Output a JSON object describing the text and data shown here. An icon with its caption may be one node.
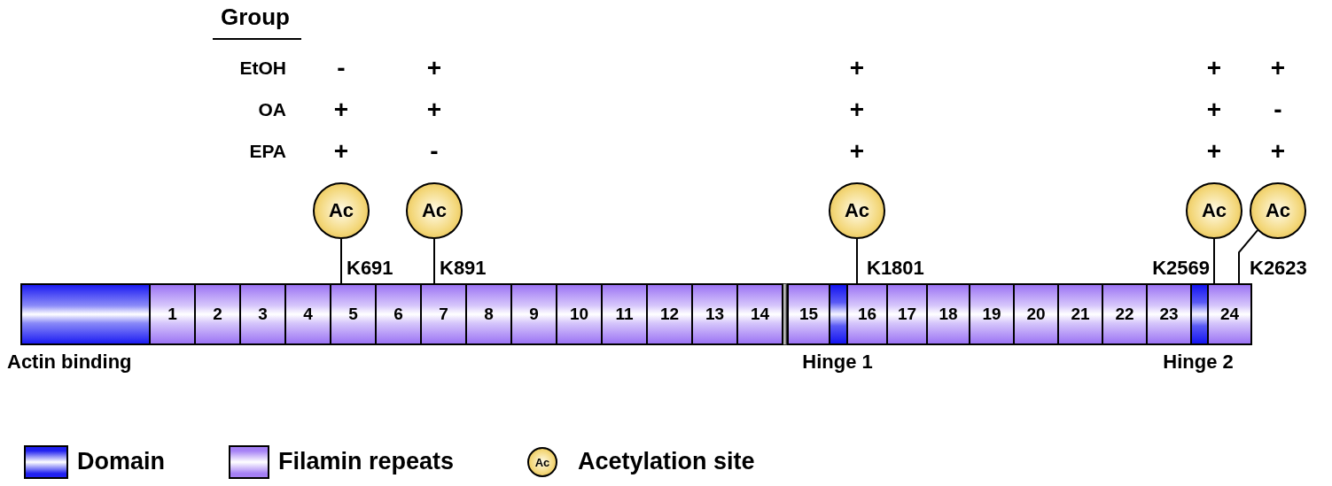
{
  "diagram": {
    "nodes": [
      {
        "text": [
          "Ac"
        ]
      },
      {
        "text": [
          "Ac"
        ]
      },
      {
        "text": [
          "Ac"
        ]
      },
      {
        "text": [
          "Ac"
        ]
      },
      {
        "text": [
          "Ac"
        ]
      },
      {
        "text": [],
        "shape": "box",
        "beside": [
          "Actin binding"
        ]
      },
      {
        "text": [
          "1"
        ]
      },
      {
        "text": [
          "2"
        ]
      },
      {
        "text": [
          "3"
        ]
      },
      {
        "text": [
          "4"
        ]
      },
      {
        "text": [
          "5"
        ]
      },
      {
        "text": [
          "6"
        ]
      },
      {
        "text": [
          "7"
        ]
      },
      {
        "text": [
          "8"
        ]
      },
      {
        "text": [
          "9"
        ]
      },
      {
        "text": [
          "10"
        ]
      },
      {
        "text": [
          "11"
        ]
      },
      {
        "text": [
          "12"
        ]
      },
      {
        "text": [
          "13"
        ]
      },
      {
        "text": [
          "14"
        ]
      },
      {
        "text": [
          "15"
        ]
      },
      {
        "text": [],
        "shape": "bar",
        "beside": [
          "Hinge 1"
        ]
      },
      {
        "text": [
          "16"
        ]
      },
      {
        "text": [
          "17"
        ]
      },
      {
        "text": [
          "18"
        ]
      },
      {
        "text": [
          "19"
        ]
      },
      {
        "text": [
          "20"
        ]
      },
      {
        "text": [
          "21"
        ]
      },
      {
        "text": [
          "22"
        ]
      },
      {
        "text": [
          "23"
        ]
      },
      {
        "text": [],
        "shape": "bar",
        "beside": [
          "Hinge 2"
        ]
      },
      {
        "text": [
          "24"
        ]
      }
    ],
    "edges": [
      {
        "from": 0,
        "to": 10,
        "arrow": "none"
      },
      {
        "from": 1,
        "to": 12,
        "arrow": "none"
      },
      {
        "from": 2,
        "to": 22,
        "arrow": "none"
      },
      {
        "from": 3,
        "to": 31,
        "arrow": "none"
      },
      {
        "from": 4,
        "to": 31,
        "arrow": "none"
      }
    ],
    "labels": [
      "Group",
      "EtOH",
      "-",
      "+",
      "+",
      "+",
      "+",
      "OA",
      "+",
      "+",
      "+",
      "+",
      "-",
      "EPA",
      "+",
      "-",
      "+",
      "+",
      "+",
      "K691",
      "K891",
      "K1801",
      "K2569",
      "K2623",
      "Ac"
    ],
    "legend": [
      {
        "text": "Domain",
        "color": "#2020f0"
      },
      {
        "text": "Filamin repeats",
        "color": "#a580f5"
      },
      {
        "text": "Acetylation site"
      }
    ]
  }
}
